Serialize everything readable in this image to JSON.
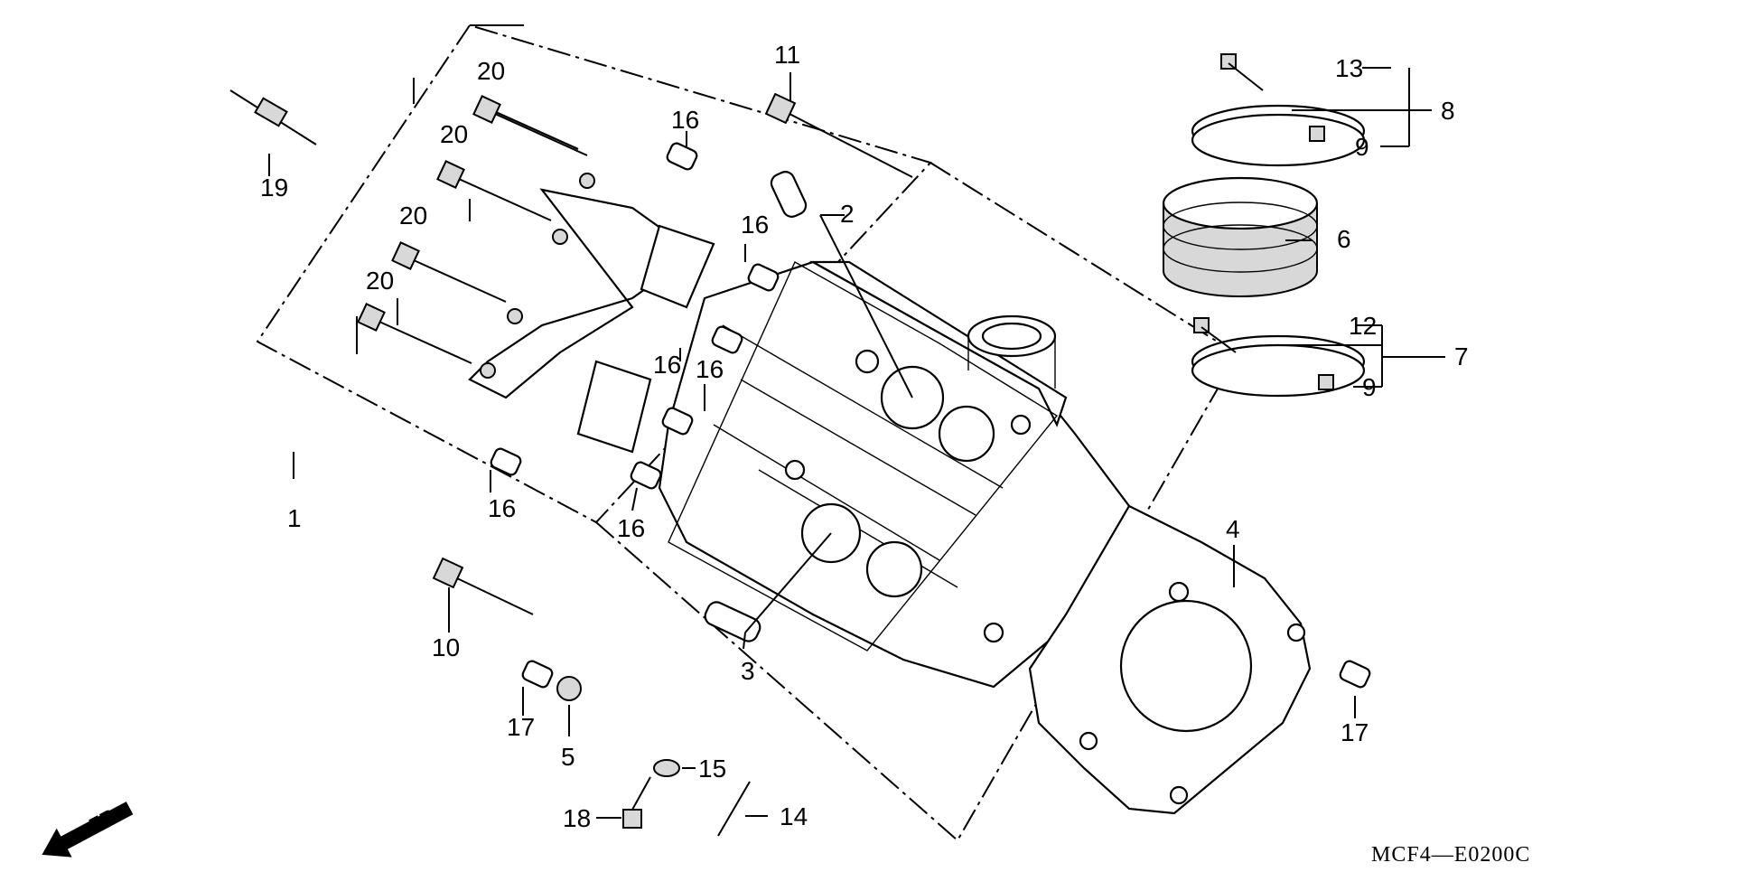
{
  "callouts": {
    "c1": "1",
    "c2": "2",
    "c3": "3",
    "c4": "4",
    "c5": "5",
    "c6": "6",
    "c7": "7",
    "c8": "8",
    "c9a": "9",
    "c9b": "9",
    "c10": "10",
    "c11": "11",
    "c12": "12",
    "c13": "13",
    "c14": "14",
    "c15": "15",
    "c16a": "16",
    "c16b": "16",
    "c16c": "16",
    "c16d": "16",
    "c16e": "16",
    "c16f": "16",
    "c17a": "17",
    "c17b": "17",
    "c18": "18",
    "c19": "19",
    "c20a": "20",
    "c20b": "20",
    "c20c": "20",
    "c20d": "20"
  },
  "diagram_code": "MCF4—E0200C",
  "front_indicator": "FR."
}
